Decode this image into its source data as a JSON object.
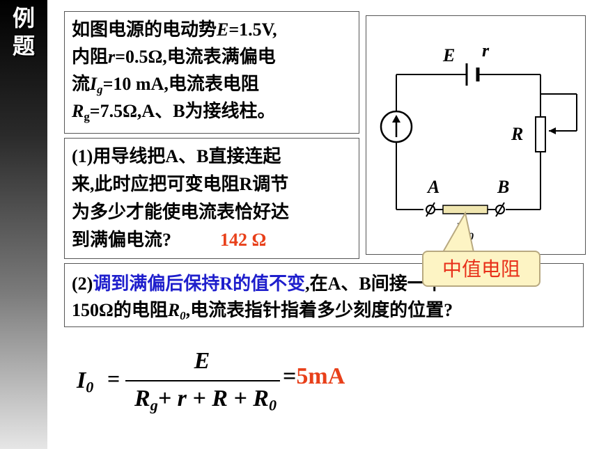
{
  "sidebar": {
    "label_line1": "例",
    "label_line2": "题"
  },
  "problem": {
    "line1_pre": "如图电源的电动势",
    "E_sym": "E",
    "E_val": "=1.5V,",
    "line2_pre": "内阻",
    "r_sym": "r",
    "r_val": "=0.5Ω,电流表满偏电",
    "line3_pre": "流",
    "Ig_sym": "I",
    "Ig_sub": "g",
    "Ig_val": "=10 mA,电流表电阻",
    "Rg_sym": "R",
    "Rg_sub": "g",
    "Rg_val": "=7.5Ω,A、B为接线柱。"
  },
  "question1": {
    "line1": "(1)用导线把A、B直接连起",
    "line2": "来,此时应把可变电阻R调节",
    "line3": "为多少才能使电流表恰好达",
    "line4": "到满偏电流?",
    "answer": "142 Ω"
  },
  "question2": {
    "prefix": "(2)",
    "blue_text": "调到满偏后保持R的值不变",
    "rest1": ",在A、B间接一个",
    "line2_pre": "150Ω的电阻",
    "R0_sym": "R",
    "R0_sub": "0",
    "line2_post": ",电流表指针指着多少刻度的位置?"
  },
  "circuit": {
    "label_E": "E",
    "label_r": "r",
    "label_R": "R",
    "label_A": "A",
    "label_B": "B",
    "label_R0": "R",
    "label_R0_sub": "0"
  },
  "callout": {
    "text": "中值电阻"
  },
  "formula": {
    "lhs": "I",
    "lhs_sub": "0",
    "eq": "=",
    "numerator": "E",
    "den_R": "R",
    "den_g": "g",
    "den_rest": "+ r + R + R",
    "den_sub0": "0",
    "result_eq": "=",
    "result_val": "5mA"
  },
  "colors": {
    "accent_red": "#e8401a",
    "accent_blue": "#1e1ecc",
    "callout_bg": "#fdf4c4"
  }
}
